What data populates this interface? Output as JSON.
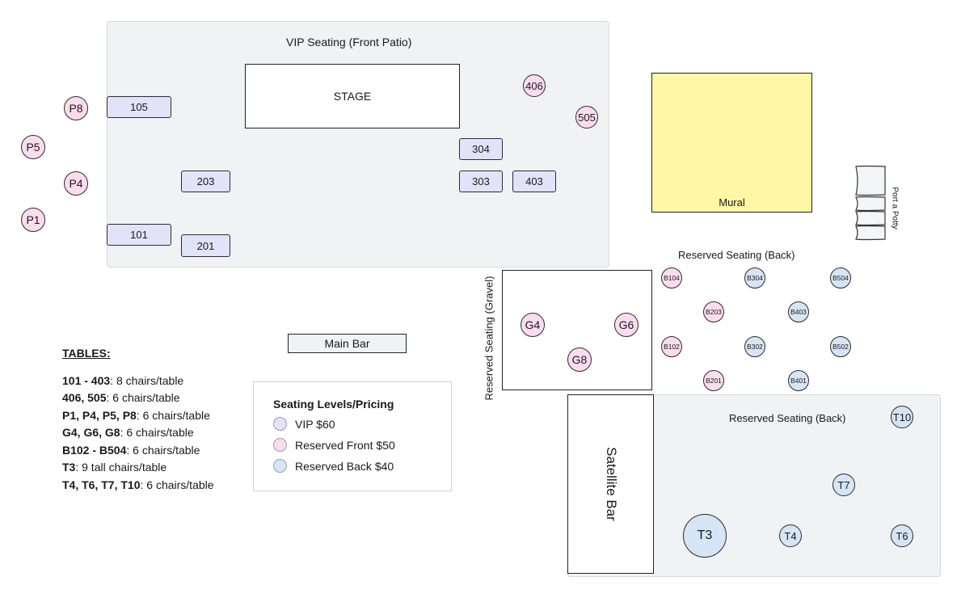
{
  "vip_zone": {
    "title": "VIP Seating (Front Patio)",
    "stage": "STAGE"
  },
  "vip_tables": {
    "t105": "105",
    "t203": "203",
    "t101": "101",
    "t201": "201",
    "t304": "304",
    "t303": "303",
    "t403": "403"
  },
  "front_circles": {
    "p8": "P8",
    "p5": "P5",
    "p4": "P4",
    "p1": "P1",
    "t406": "406",
    "t505": "505"
  },
  "mural": {
    "label": "Mural",
    "color": "#fff6a6"
  },
  "porta_potty": {
    "label": "Port a Potty"
  },
  "back_area": {
    "title": "Reserved Seating (Back)",
    "b104": "B104",
    "b304": "B304",
    "b504": "B504",
    "b203": "B203",
    "b403": "B403",
    "b102": "B102",
    "b302": "B302",
    "b502": "B502",
    "b201": "B201",
    "b401": "B401"
  },
  "gravel": {
    "label": "Reserved Seating (Gravel)",
    "g4": "G4",
    "g6": "G6",
    "g8": "G8"
  },
  "main_bar": "Main Bar",
  "satellite": {
    "label": "Satellite Bar",
    "title": "Reserved Seating (Back)",
    "t10": "T10",
    "t7": "T7",
    "t3": "T3",
    "t4": "T4",
    "t6": "T6"
  },
  "tables_info": {
    "heading": "TABLES:",
    "rows": [
      {
        "bold": "101 - 403",
        "rest": ": 8 chairs/table"
      },
      {
        "bold": "406, 505",
        "rest": ": 6 chairs/table"
      },
      {
        "bold": "P1, P4, P5, P8",
        "rest": ": 6 chairs/table"
      },
      {
        "bold": "G4, G6, G8",
        "rest": ": 6 chairs/table"
      },
      {
        "bold": "B102 - B504",
        "rest": ": 6 chairs/table"
      },
      {
        "bold": "T3",
        "rest": ": 9 tall chairs/table"
      },
      {
        "bold": "T4, T6, T7, T10",
        "rest": ": 6 chairs/table"
      }
    ]
  },
  "legend": {
    "title": "Seating Levels/Pricing",
    "items": [
      {
        "label": "VIP $60",
        "color": "#e2e3f8"
      },
      {
        "label": "Reserved Front $50",
        "color": "#fbdcef"
      },
      {
        "label": "Reserved Back $40",
        "color": "#d6e5f6"
      }
    ]
  },
  "colors": {
    "vip": "#e2e3f8",
    "front": "#fbdcef",
    "back": "#d6e5f6",
    "zone": "#f1f2f4"
  }
}
